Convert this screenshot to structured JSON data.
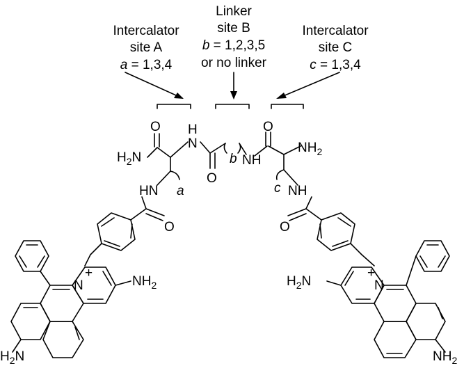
{
  "labels": {
    "site_a": {
      "line1": "Intercalator",
      "line2": "site A",
      "var": "a",
      "eq": " = 1,3,4"
    },
    "site_b": {
      "line1": "Linker",
      "line2": "site B",
      "var": "b",
      "eq": " = 1,2,3,5",
      "line4": "or no linker"
    },
    "site_c": {
      "line1": "Intercalator",
      "line2": "site C",
      "var": "c",
      "eq": " = 1,3,4"
    }
  },
  "atoms": {
    "o": "O",
    "h": "H",
    "n": "N",
    "nh": "NH",
    "hn": "HN",
    "h2n": "H",
    "h2n_n": "N",
    "two": "2",
    "nh2_n": "NH",
    "plus": "+",
    "a": "a",
    "b": "b",
    "c": "c"
  },
  "colors": {
    "ink": "#000000",
    "background": "#ffffff"
  }
}
